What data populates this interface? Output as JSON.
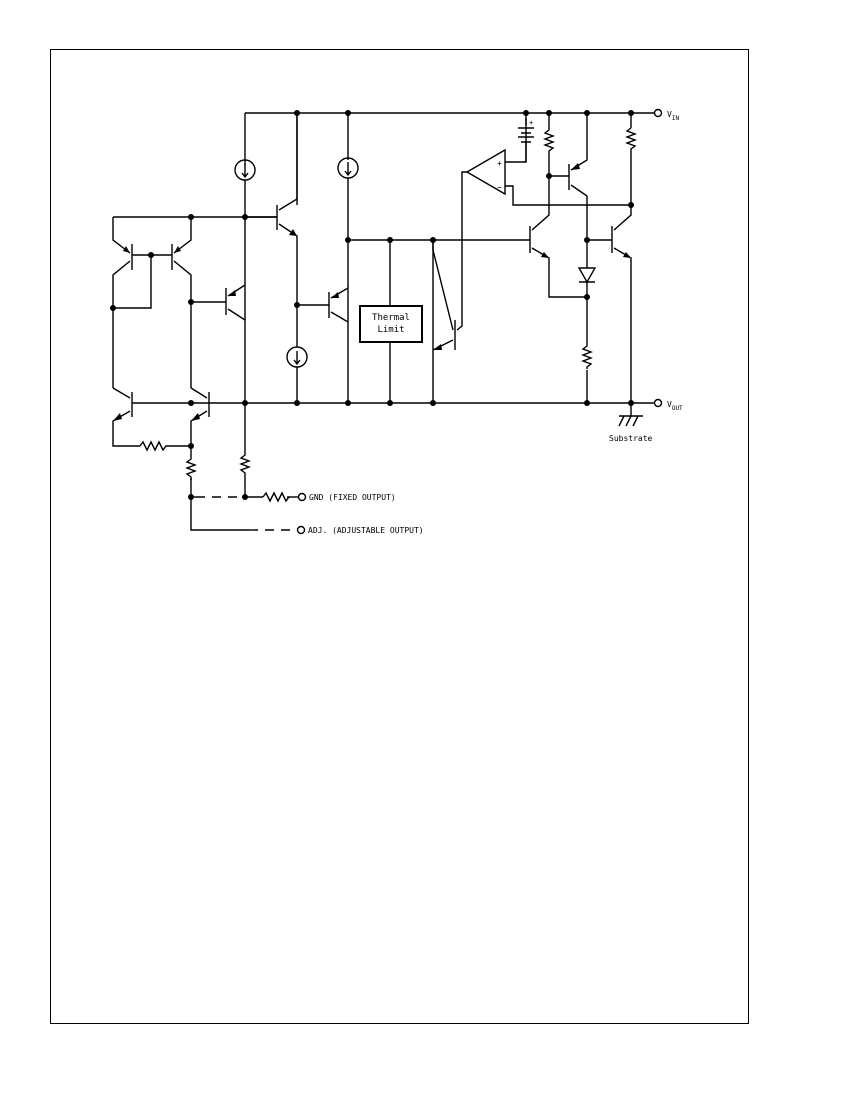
{
  "terminals": {
    "vin": {
      "main": "V",
      "sub": "IN"
    },
    "vout": {
      "main": "V",
      "sub": "OUT"
    },
    "substrate": "Substrate",
    "gnd": "GND (FIXED OUTPUT)",
    "adj": "ADJ. (ADJUSTABLE OUTPUT)"
  },
  "thermal_limit": {
    "line1": "Thermal",
    "line2": "Limit"
  },
  "opamp": {
    "plus": "+",
    "minus": "−"
  },
  "reference": {
    "plus": "+"
  }
}
